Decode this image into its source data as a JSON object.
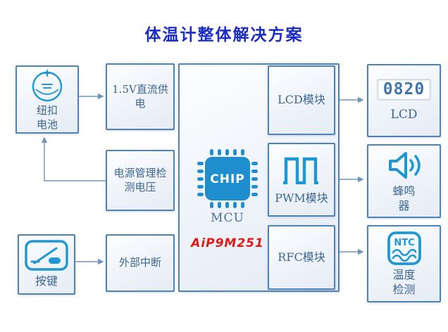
{
  "title": "体温计整体解决方案",
  "power_source": {
    "label": "纽扣电池"
  },
  "key_input": {
    "label": "按键"
  },
  "signals": [
    {
      "label": "1.5V直流供电"
    },
    {
      "label": "电源管理检测电压"
    },
    {
      "label": "外部中断"
    }
  ],
  "mcu": {
    "chip_text": "CHIP",
    "label": "MCU",
    "part_number": "AiP9M251"
  },
  "modules": [
    {
      "label": "LCD模块"
    },
    {
      "label": "PWM模块"
    },
    {
      "label": "RFC模块"
    }
  ],
  "outputs": [
    {
      "label": "LCD",
      "display_value": "0820"
    },
    {
      "label": "蜂鸣器"
    },
    {
      "label": "温度检测",
      "icon_text": "NTC"
    }
  ],
  "colors": {
    "title_blue": "#1b2cc5",
    "border_blue": "#5082b4",
    "icon_blue": "#1e97d4",
    "label_blue": "#3e6690",
    "chip_blue": "#1f8ecf",
    "part_number_red": "#e11818",
    "wire_blue": "#6d94bc",
    "lcd_digit_blue": "#3f74ae"
  }
}
